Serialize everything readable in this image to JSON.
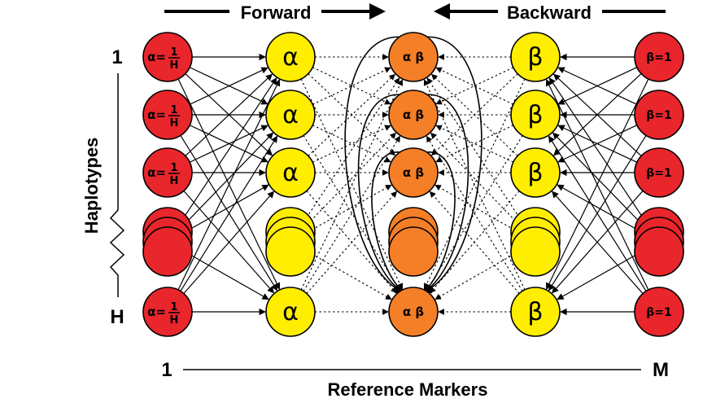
{
  "labels": {
    "forward": "Forward",
    "backward": "Backward",
    "haplotypes": "Haplotypes",
    "row_first": "1",
    "row_last": "H",
    "marker_first": "1",
    "marker_last": "M",
    "reference_markers": "Reference Markers"
  },
  "node_text": {
    "init_alpha_lhs": "α=",
    "init_alpha_num": "1",
    "init_alpha_den": "H",
    "alpha": "α",
    "alpha_beta": "α β",
    "beta": "β",
    "init_beta": "β=1"
  },
  "colors": {
    "red": "#e8262b",
    "yellow": "#ffee00",
    "orange": "#f57f27",
    "stroke": "#000000"
  },
  "rows": [
    "hap-1",
    "hap-2",
    "hap-3",
    "hap-ellipsis",
    "hap-H"
  ],
  "columns": [
    "init-alpha",
    "forward-alpha",
    "posterior",
    "backward-beta",
    "init-beta"
  ]
}
